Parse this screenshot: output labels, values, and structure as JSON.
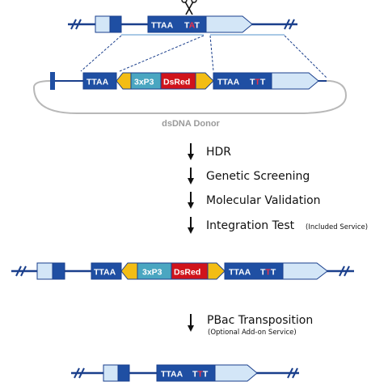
{
  "colors": {
    "exon_dark": "#1f4fa3",
    "exon_light": "#d3e6f7",
    "exon_border": "#1a3f8c",
    "backbone": "#1a3f8c",
    "yellow": "#f3bd14",
    "teal": "#4aa6c1",
    "red": "#d0131b",
    "plasmid": "#b8b8b8",
    "dashed": "#1a3f8c",
    "mutation": "#e8304a"
  },
  "top_gene": {
    "site_label": "TTAA",
    "mut_prefix": "T",
    "mut_letter": "A",
    "mut_suffix": "T"
  },
  "donor": {
    "left_label": "TTAA",
    "marker_3xp3": "3xP3",
    "marker_dsred": "DsRed",
    "right_label": "TTAA",
    "mut_t1": "T",
    "mut_t2": "T",
    "mut_t3": "T",
    "caption": "dsDNA Donor"
  },
  "steps": [
    {
      "label": "HDR",
      "note": ""
    },
    {
      "label": "Genetic Screening",
      "note": ""
    },
    {
      "label": "Molecular Validation",
      "note": ""
    },
    {
      "label": "Integration Test",
      "note": "(Included Service)"
    }
  ],
  "integrated_gene": {
    "left_label": "TTAA",
    "marker_3xp3": "3xP3",
    "marker_dsred": "DsRed",
    "right_label": "TTAA",
    "mut_t1": "T",
    "mut_t2": "T",
    "mut_t3": "T"
  },
  "transposition": {
    "label": "PBac Transposition",
    "note": "(Optional Add-on Service)"
  },
  "final_gene": {
    "site_label": "TTAA",
    "mut_t1": "T",
    "mut_t2": "T",
    "mut_t3": "T"
  }
}
